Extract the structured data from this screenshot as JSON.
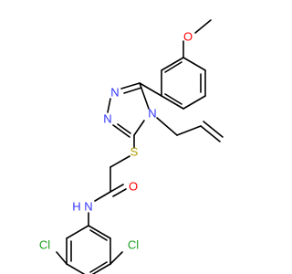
{
  "molecule": {
    "atom_labels": {
      "methoxy_o": "O",
      "triazole_n1": "N",
      "triazole_n2": "N",
      "triazole_n4": "N",
      "thioether_s": "S",
      "amide_o": "O",
      "amide_n": "N",
      "amide_h": "H",
      "cl_left": "Cl",
      "cl_right": "Cl"
    },
    "colors": {
      "carbon_bond": "#000000",
      "nitrogen": "#3333ff",
      "oxygen": "#ff0000",
      "sulfur": "#b2a000",
      "chlorine": "#1fa01f"
    }
  }
}
